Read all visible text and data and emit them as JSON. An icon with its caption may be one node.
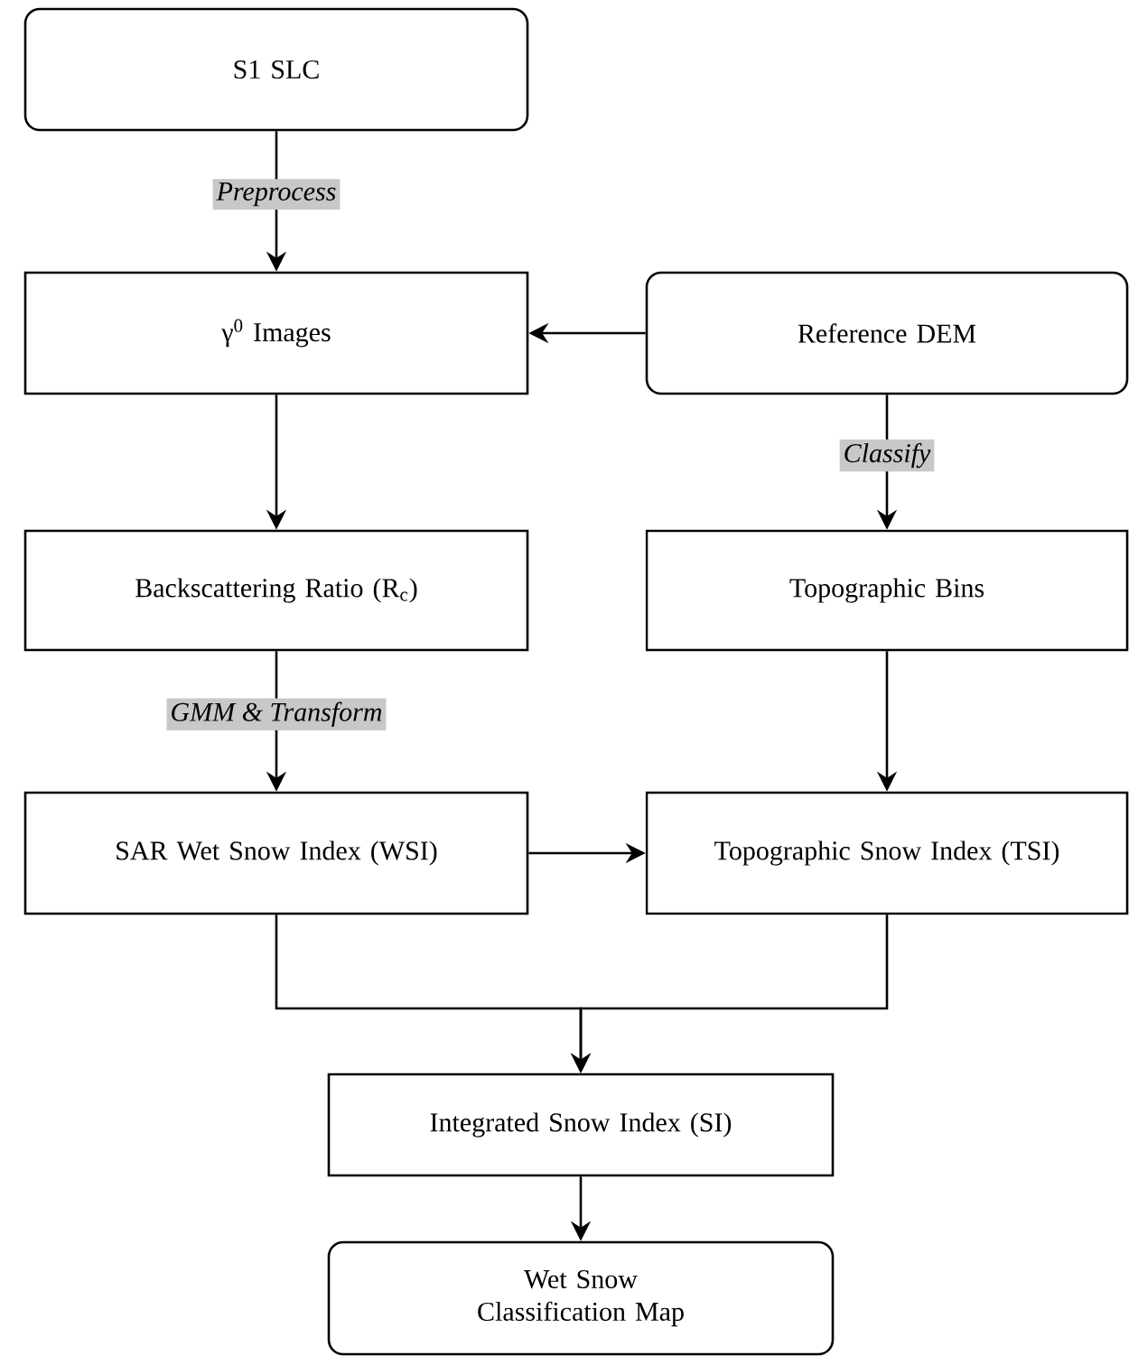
{
  "diagram": {
    "nodes": [
      {
        "text": [
          "S1 SLC"
        ]
      },
      {
        "text": [
          "γ$^{0}$ Images"
        ]
      },
      {
        "text": [
          "Reference DEM"
        ]
      },
      {
        "text": [
          "Backscattering Ratio (R$_{c}$)"
        ]
      },
      {
        "text": [
          "Topographic Bins"
        ]
      },
      {
        "text": [
          "SAR Wet Snow Index (WSI)"
        ]
      },
      {
        "text": [
          "Topographic Snow Index (TSI)"
        ]
      },
      {
        "text": [
          "Integrated Snow Index (SI)"
        ]
      },
      {
        "text": [
          "Wet Snow Classification Map"
        ]
      }
    ],
    "edges": [
      {
        "from": 0,
        "to": 1,
        "arrow": "to",
        "label": "Preprocess"
      },
      {
        "from": 2,
        "to": 1,
        "arrow": "to"
      },
      {
        "from": 1,
        "to": 3,
        "arrow": "to"
      },
      {
        "from": 2,
        "to": 4,
        "arrow": "to",
        "label": "Classify"
      },
      {
        "from": 3,
        "to": 5,
        "arrow": "to",
        "label": "GMM & Transform"
      },
      {
        "from": 4,
        "to": 6,
        "arrow": "to"
      },
      {
        "from": 5,
        "to": 6,
        "arrow": "to"
      },
      {
        "from": 5,
        "to": 7,
        "arrow": "to"
      },
      {
        "from": 6,
        "to": 7,
        "arrow": "to"
      },
      {
        "from": 7,
        "to": 8,
        "arrow": "to"
      }
    ]
  }
}
